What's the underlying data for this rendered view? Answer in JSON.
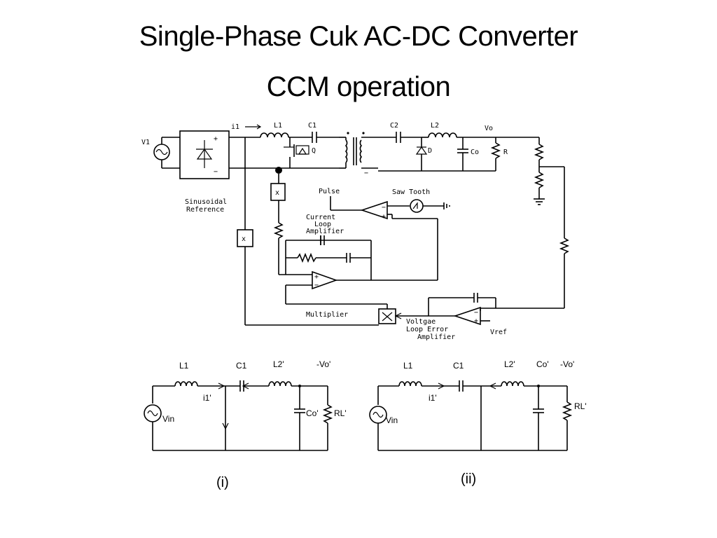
{
  "slide": {
    "title": "Single-Phase Cuk AC-DC Converter",
    "subtitle": "CCM operation"
  },
  "main_circuit": {
    "labels": {
      "v1": "V1",
      "i1": "i1",
      "l1": "L1",
      "c1": "C1",
      "q": "Q",
      "c2": "C2",
      "l2": "L2",
      "d": "D",
      "co": "Co",
      "vo": "Vo",
      "r": "R",
      "pulse": "Pulse",
      "saw": "Saw Tooth",
      "sinref1": "Sinusoidal",
      "sinref2": "Reference",
      "cla1": "Current",
      "cla2": "Loop",
      "cla3": "Amplifier",
      "mult": "Multiplier",
      "vla1": "Voltgae",
      "vla2": "Loop Error",
      "vla3": "Amplifier",
      "vref": "Vref",
      "plus": "+",
      "minus": "−",
      "x": "x"
    }
  },
  "equivalent_circuits": [
    {
      "caption": "(i)",
      "labels": {
        "l1": "L1",
        "c1": "C1",
        "l2": "L2'",
        "vo": "-Vo'",
        "i1": "i1'",
        "co": "Co'",
        "rl": "RL'",
        "vin": "Vin"
      }
    },
    {
      "caption": "(ii)",
      "labels": {
        "l1": "L1",
        "c1": "C1",
        "l2": "L2'",
        "co": "Co'",
        "vo": "-Vo'",
        "i1": "i1'",
        "rl": "RL'",
        "vin": "Vin"
      }
    }
  ]
}
